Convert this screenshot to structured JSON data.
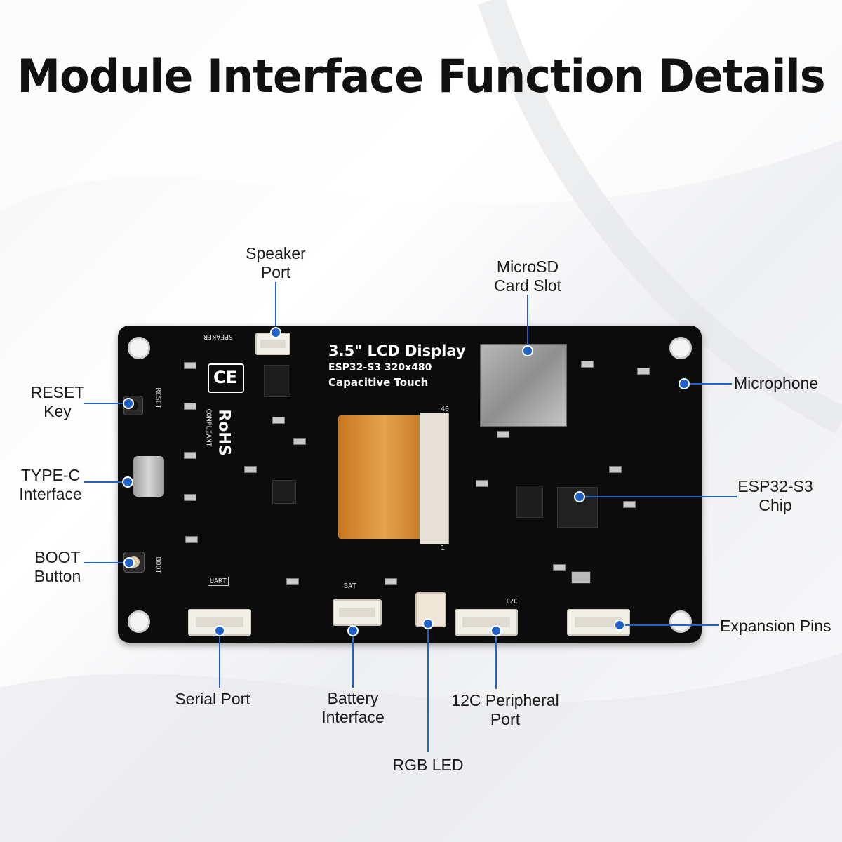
{
  "title": "Module Interface Function Details",
  "board": {
    "line1": "3.5\" LCD Display",
    "line2": "ESP32-S3  320x480",
    "line3": "Capacitive Touch",
    "silk_speaker": "SPEAKER",
    "silk_reset": "RESET",
    "silk_boot": "BOOT",
    "silk_uart": "UART",
    "silk_bat": "BAT",
    "silk_i2c": "I2C",
    "silk_ce": "CE",
    "silk_rohs": "RoHS",
    "silk_compliant": "COMPLIANT",
    "fpc_pin_40": "40",
    "fpc_pin_1": "1"
  },
  "labels": {
    "speaker_port": [
      "Speaker",
      "Port"
    ],
    "microsd_slot": [
      "MicroSD",
      "Card Slot"
    ],
    "microphone": [
      "Microphone"
    ],
    "reset_key": [
      "RESET",
      "Key"
    ],
    "typec": [
      "TYPE-C",
      "Interface"
    ],
    "esp32_chip": [
      "ESP32-S3",
      "Chip"
    ],
    "boot_button": [
      "BOOT",
      "Button"
    ],
    "expansion_pins": [
      "Expansion Pins"
    ],
    "serial_port": [
      "Serial Port"
    ],
    "battery": [
      "Battery",
      "Interface"
    ],
    "i2c_port": [
      "12C Peripheral",
      "Port"
    ],
    "rgb_led": [
      "RGB LED"
    ]
  },
  "colors": {
    "leader": "#1f63c9",
    "board": "#0c0c0c",
    "fpc": "#d98c2f"
  }
}
